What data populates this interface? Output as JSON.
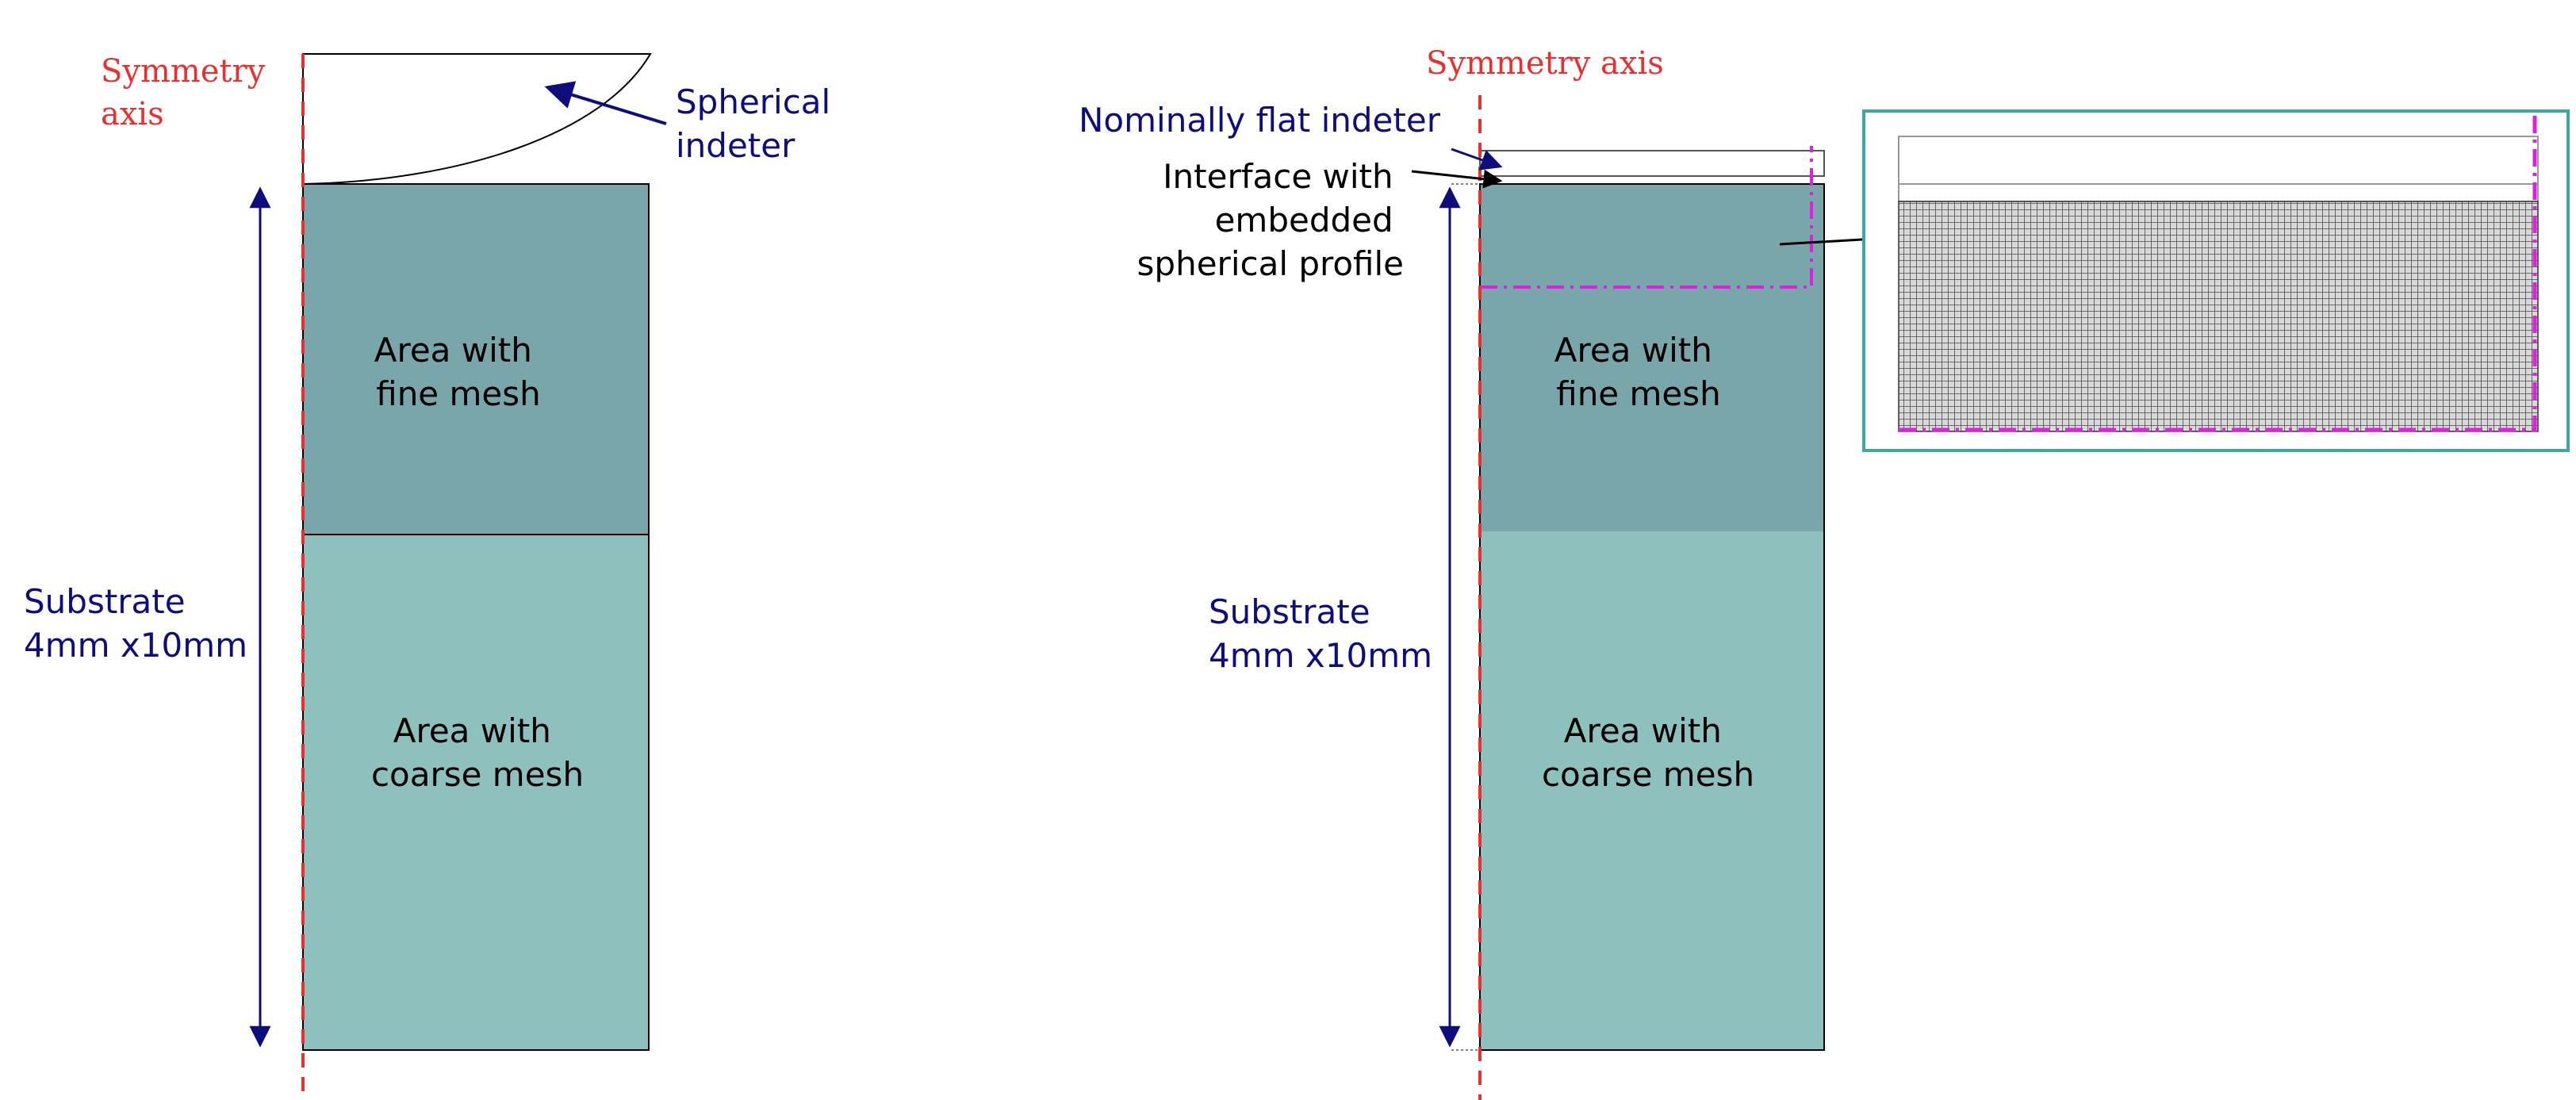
{
  "colors": {
    "fine_mesh": "#78a6aa",
    "coarse_mesh": "#8ec1bd",
    "symmetry_axis": "#e8312f",
    "callout_blue": "#0d0d7d",
    "inset_border": "#3fa7a0",
    "magenta": "#dd22dd",
    "outline": "#000000"
  },
  "left": {
    "symmetry_axis_lines": [
      "Symmetry",
      "axis"
    ],
    "indenter_lines": [
      "Spherical",
      "indeter"
    ],
    "substrate_lines": [
      "Substrate",
      "4mm x10mm"
    ],
    "fine_mesh_lines": [
      "Area with",
      "fine mesh"
    ],
    "coarse_mesh_lines": [
      "Area with",
      "coarse mesh"
    ]
  },
  "right": {
    "symmetry_axis_label": "Symmetry axis",
    "indenter_label": "Nominally flat indeter",
    "interface_lines": [
      "Interface with",
      "embedded",
      "spherical profile"
    ],
    "substrate_lines": [
      "Substrate",
      "4mm x10mm"
    ],
    "fine_mesh_lines": [
      "Area with",
      "fine mesh"
    ],
    "coarse_mesh_lines": [
      "Area with",
      "coarse mesh"
    ]
  }
}
